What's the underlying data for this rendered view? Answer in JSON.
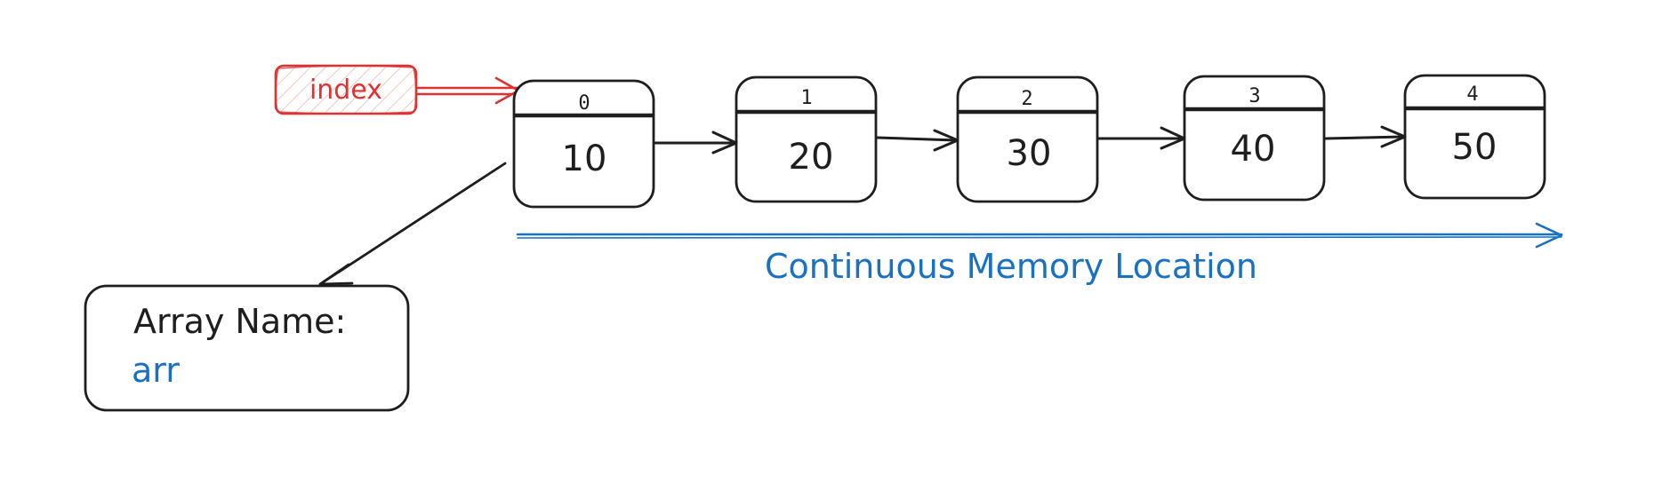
{
  "index_label": {
    "text": "index",
    "color": "#e03131"
  },
  "array_cells": [
    {
      "index": "0",
      "value": "10"
    },
    {
      "index": "1",
      "value": "20"
    },
    {
      "index": "2",
      "value": "30"
    },
    {
      "index": "3",
      "value": "40"
    },
    {
      "index": "4",
      "value": "50"
    }
  ],
  "memory_caption": {
    "text": "Continuous Memory Location",
    "color": "#1971c2"
  },
  "array_name_box": {
    "label": "Array Name:",
    "value": "arr",
    "value_color": "#1971c2"
  },
  "colors": {
    "stroke": "#1e1e1e",
    "background": "#ffffff"
  }
}
